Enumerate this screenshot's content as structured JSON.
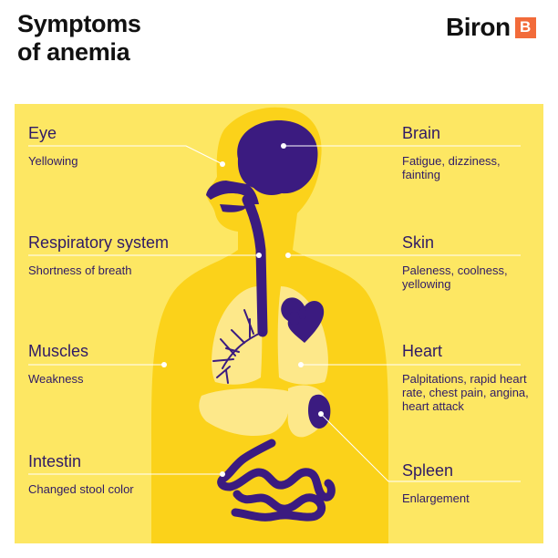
{
  "header": {
    "title_line1": "Symptoms",
    "title_line2": "of anemia",
    "brand": "Biron",
    "brand_badge": "B"
  },
  "colors": {
    "panel_bg": "#fde763",
    "body": "#fbd21a",
    "organ": "#3b1b80",
    "organ_light": "#fde88a",
    "brand_accent": "#f26b3a"
  },
  "symptoms": {
    "eye": {
      "name": "Eye",
      "desc": "Yellowing"
    },
    "respiratory": {
      "name": "Respiratory system",
      "desc": "Shortness of breath"
    },
    "muscles": {
      "name": "Muscles",
      "desc": "Weakness"
    },
    "intestin": {
      "name": "Intestin",
      "desc": "Changed stool color"
    },
    "brain": {
      "name": "Brain",
      "desc": "Fatigue, dizziness, fainting"
    },
    "skin": {
      "name": "Skin",
      "desc": "Paleness, coolness, yellowing"
    },
    "heart": {
      "name": "Heart",
      "desc": "Palpitations, rapid heart rate, chest pain, angina, heart attack"
    },
    "spleen": {
      "name": "Spleen",
      "desc": "Enlargement"
    }
  }
}
